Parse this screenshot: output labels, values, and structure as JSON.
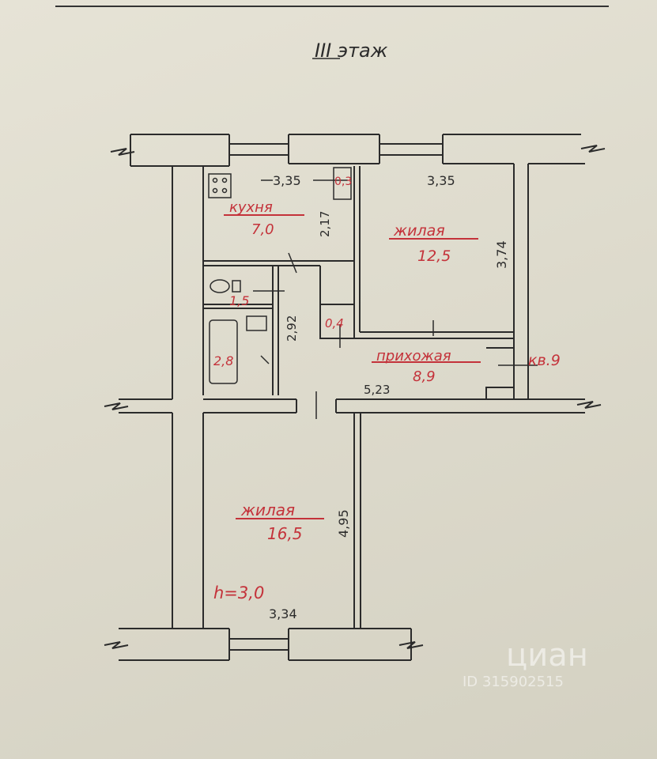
{
  "floor_title": "III этаж",
  "rooms": {
    "kitchen": {
      "name": "кухня",
      "area": "7,0"
    },
    "living_top": {
      "name": "жилая",
      "area": "12,5"
    },
    "toilet": {
      "area": "1,5"
    },
    "bath": {
      "area": "2,8"
    },
    "closet": {
      "area": "0,4"
    },
    "hallway": {
      "name": "прихожая",
      "area": "8,9"
    },
    "living_bottom": {
      "name": "жилая",
      "area": "16,5"
    }
  },
  "dimensions": {
    "kitchen_width": "3,35",
    "niche": "0,3",
    "kitchen_depth": "2,17",
    "living_top_width": "3,35",
    "living_top_depth": "3,74",
    "bath_depth": "2,92",
    "hallway_length": "5,23",
    "living_bottom_depth": "4,95",
    "living_bottom_width": "3,34"
  },
  "ceiling_height": "h=3,0",
  "apartment_label": "кв.9",
  "watermark": {
    "brand": "циан",
    "id": "ID 315902515"
  },
  "colors": {
    "paper": "#e2dfd2",
    "ink": "#2b2b2b",
    "annotation_red": "#c4323a"
  }
}
